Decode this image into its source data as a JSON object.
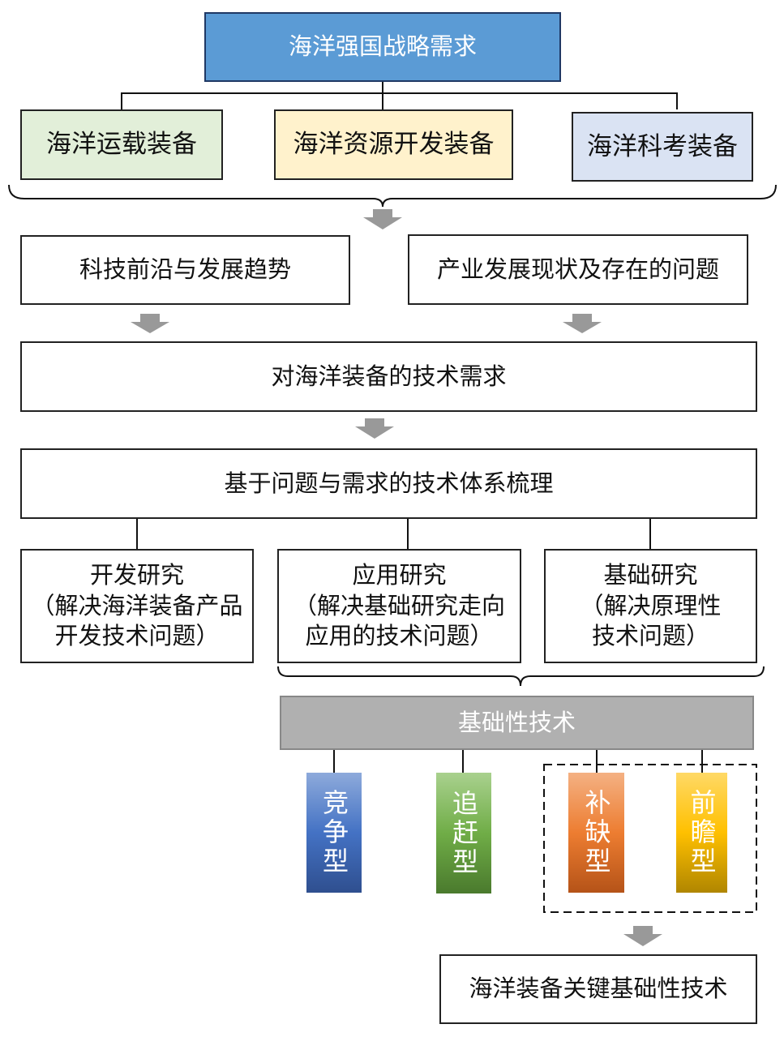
{
  "top": "海洋强国战略需求",
  "categories": [
    "海洋运载装备",
    "海洋资源开发装备",
    "海洋科考装备"
  ],
  "analysis": [
    "科技前沿与发展趋势",
    "产业发展现状及存在的问题"
  ],
  "demand": "对海洋装备的技术需求",
  "system": "基于问题与需求的技术体系梳理",
  "research": [
    {
      "title": "开发研究",
      "desc": "（解决海洋装备产品开发技术问题）"
    },
    {
      "title": "应用研究",
      "desc": "（解决基础研究走向应用的技术问题）"
    },
    {
      "title": "基础研究",
      "desc": "（解决原理性技术问题）"
    }
  ],
  "basic": "基础性技术",
  "types": [
    "竞争型",
    "追赶型",
    "补缺型",
    "前瞻型"
  ],
  "result": "海洋装备关键基础性技术",
  "colors": {
    "top": "#5b9bd5",
    "green": "#e2efd9",
    "yellow": "#fff2cc",
    "blue": "#dae3f3",
    "gray": "#b0b0b0"
  }
}
